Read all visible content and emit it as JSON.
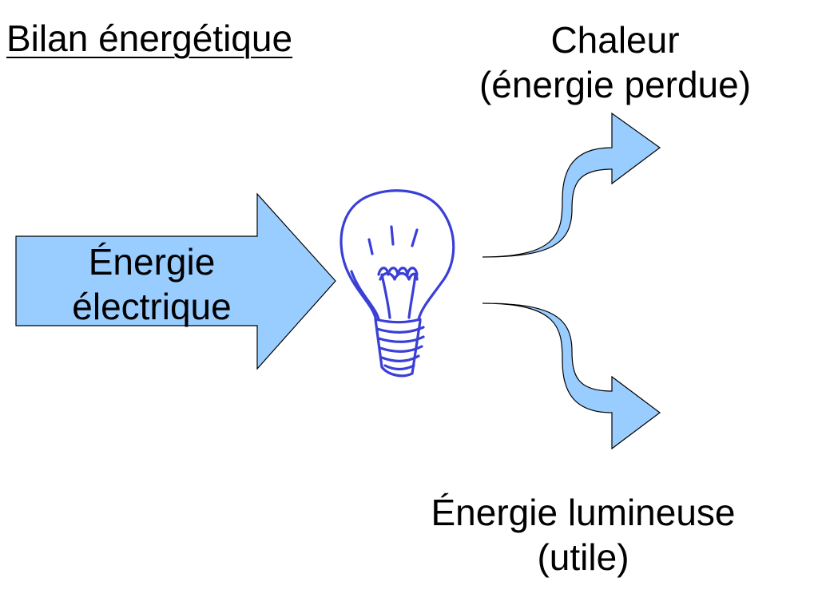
{
  "title": "Bilan énergétique",
  "input_label": {
    "line1": "Énergie",
    "line2": "électrique"
  },
  "heat_label": {
    "line1": "Chaleur",
    "line2": "(énergie perdue)"
  },
  "light_label": {
    "line1": "Énergie lumineuse",
    "line2": "(utile)"
  },
  "colors": {
    "arrow_fill": "#99ccff",
    "arrow_stroke": "#000000",
    "bulb_ink": "#3a3fd6"
  },
  "icons": {
    "bulb": "light-bulb-icon"
  }
}
